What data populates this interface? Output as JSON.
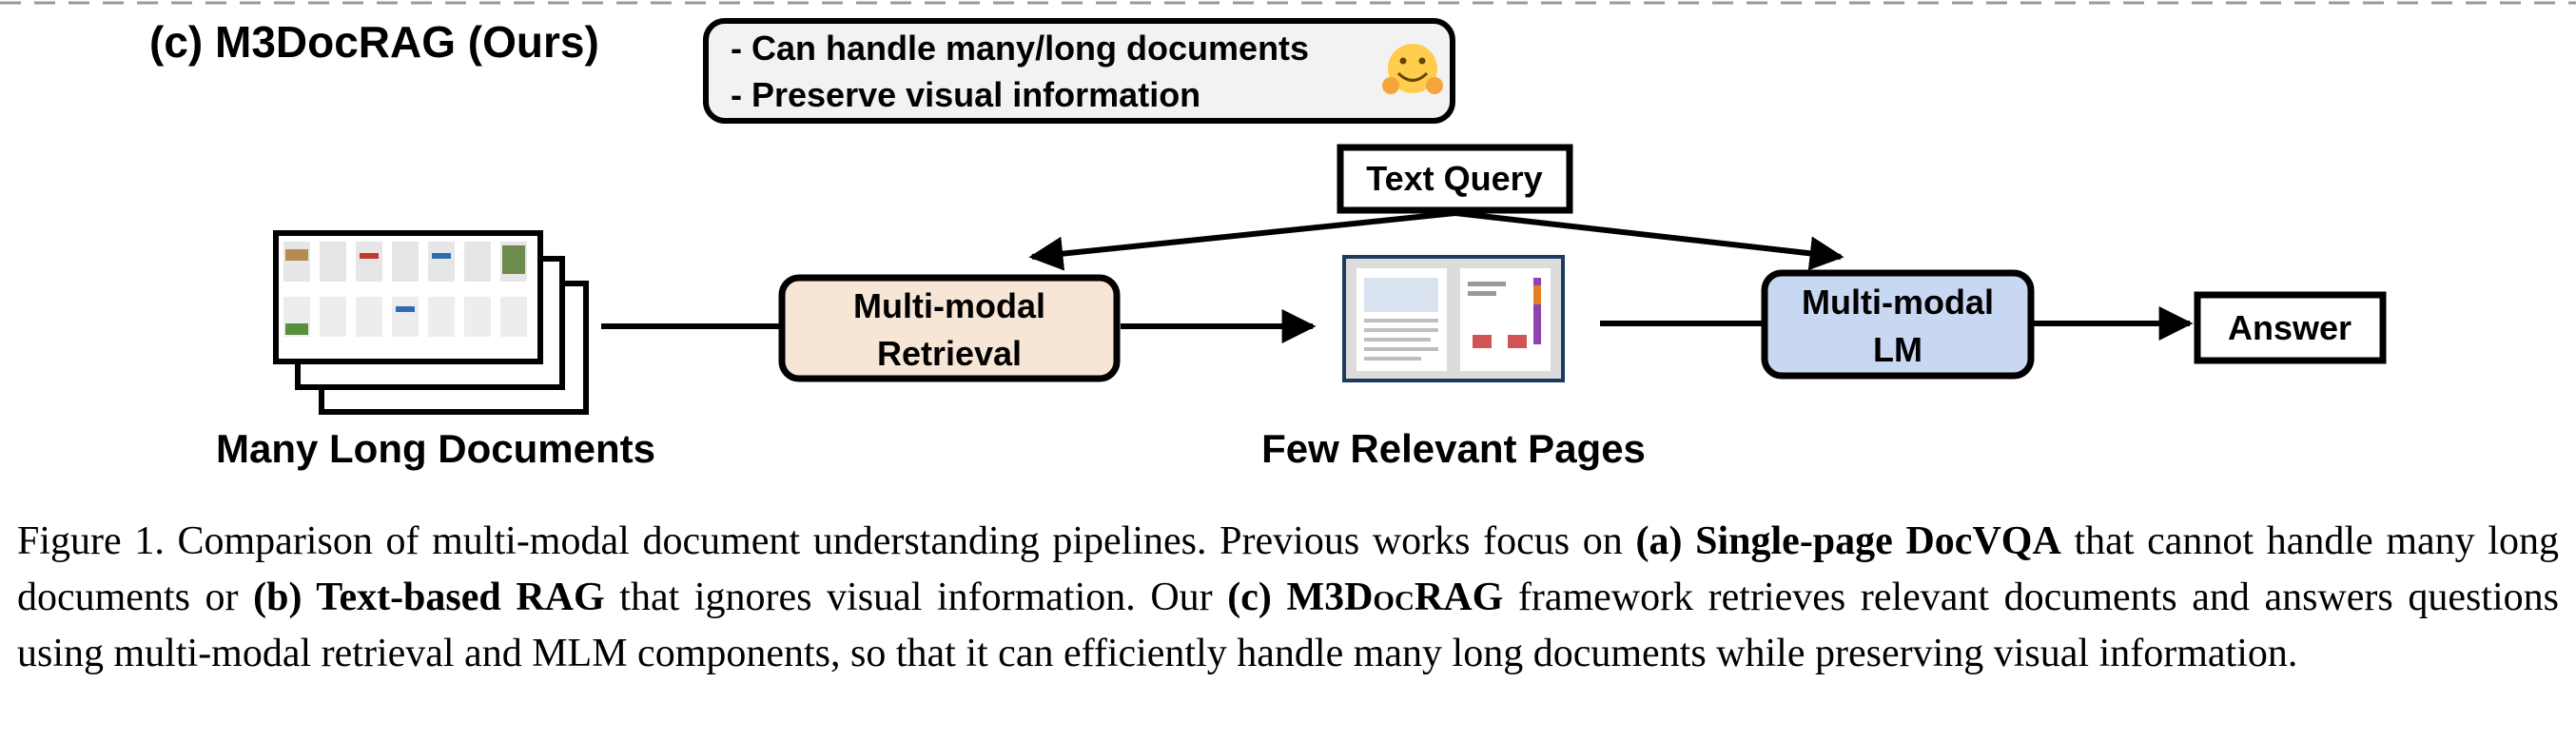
{
  "header": {
    "panel_label": "(c) M3DocRAG (Ours)"
  },
  "callout": {
    "line1": "- Can handle many/long documents",
    "line2": "- Preserve visual information",
    "emoji_icon": "hugging-face-emoji"
  },
  "nodes": {
    "text_query": "Text Query",
    "retrieval_line1": "Multi-modal",
    "retrieval_line2": "Retrieval",
    "mlm_line1": "Multi-modal",
    "mlm_line2": "LM",
    "answer": "Answer"
  },
  "labels": {
    "documents": "Many Long Documents",
    "pages": "Few Relevant Pages"
  },
  "colors": {
    "retrieval_fill": "#F7E6D5",
    "mlm_fill": "#C9D8F2",
    "callout_fill": "#F2F2F2",
    "pages_frame": "#1F3A5F"
  },
  "caption": {
    "p1": "Figure 1. Comparison of multi-modal document understanding pipelines. Previous works focus on ",
    "p2": "(a) Single-page DocVQA",
    "p3": " that cannot handle many long documents or ",
    "p4": "(b) Text-based RAG",
    "p5": " that ignores visual information. Our ",
    "p6": "(c) M3D",
    "p7": "oc",
    "p8": "RAG",
    "p9": " framework retrieves relevant documents and answers questions using multi-modal retrieval and MLM components, so that it can efficiently handle many long documents while preserving visual information."
  }
}
